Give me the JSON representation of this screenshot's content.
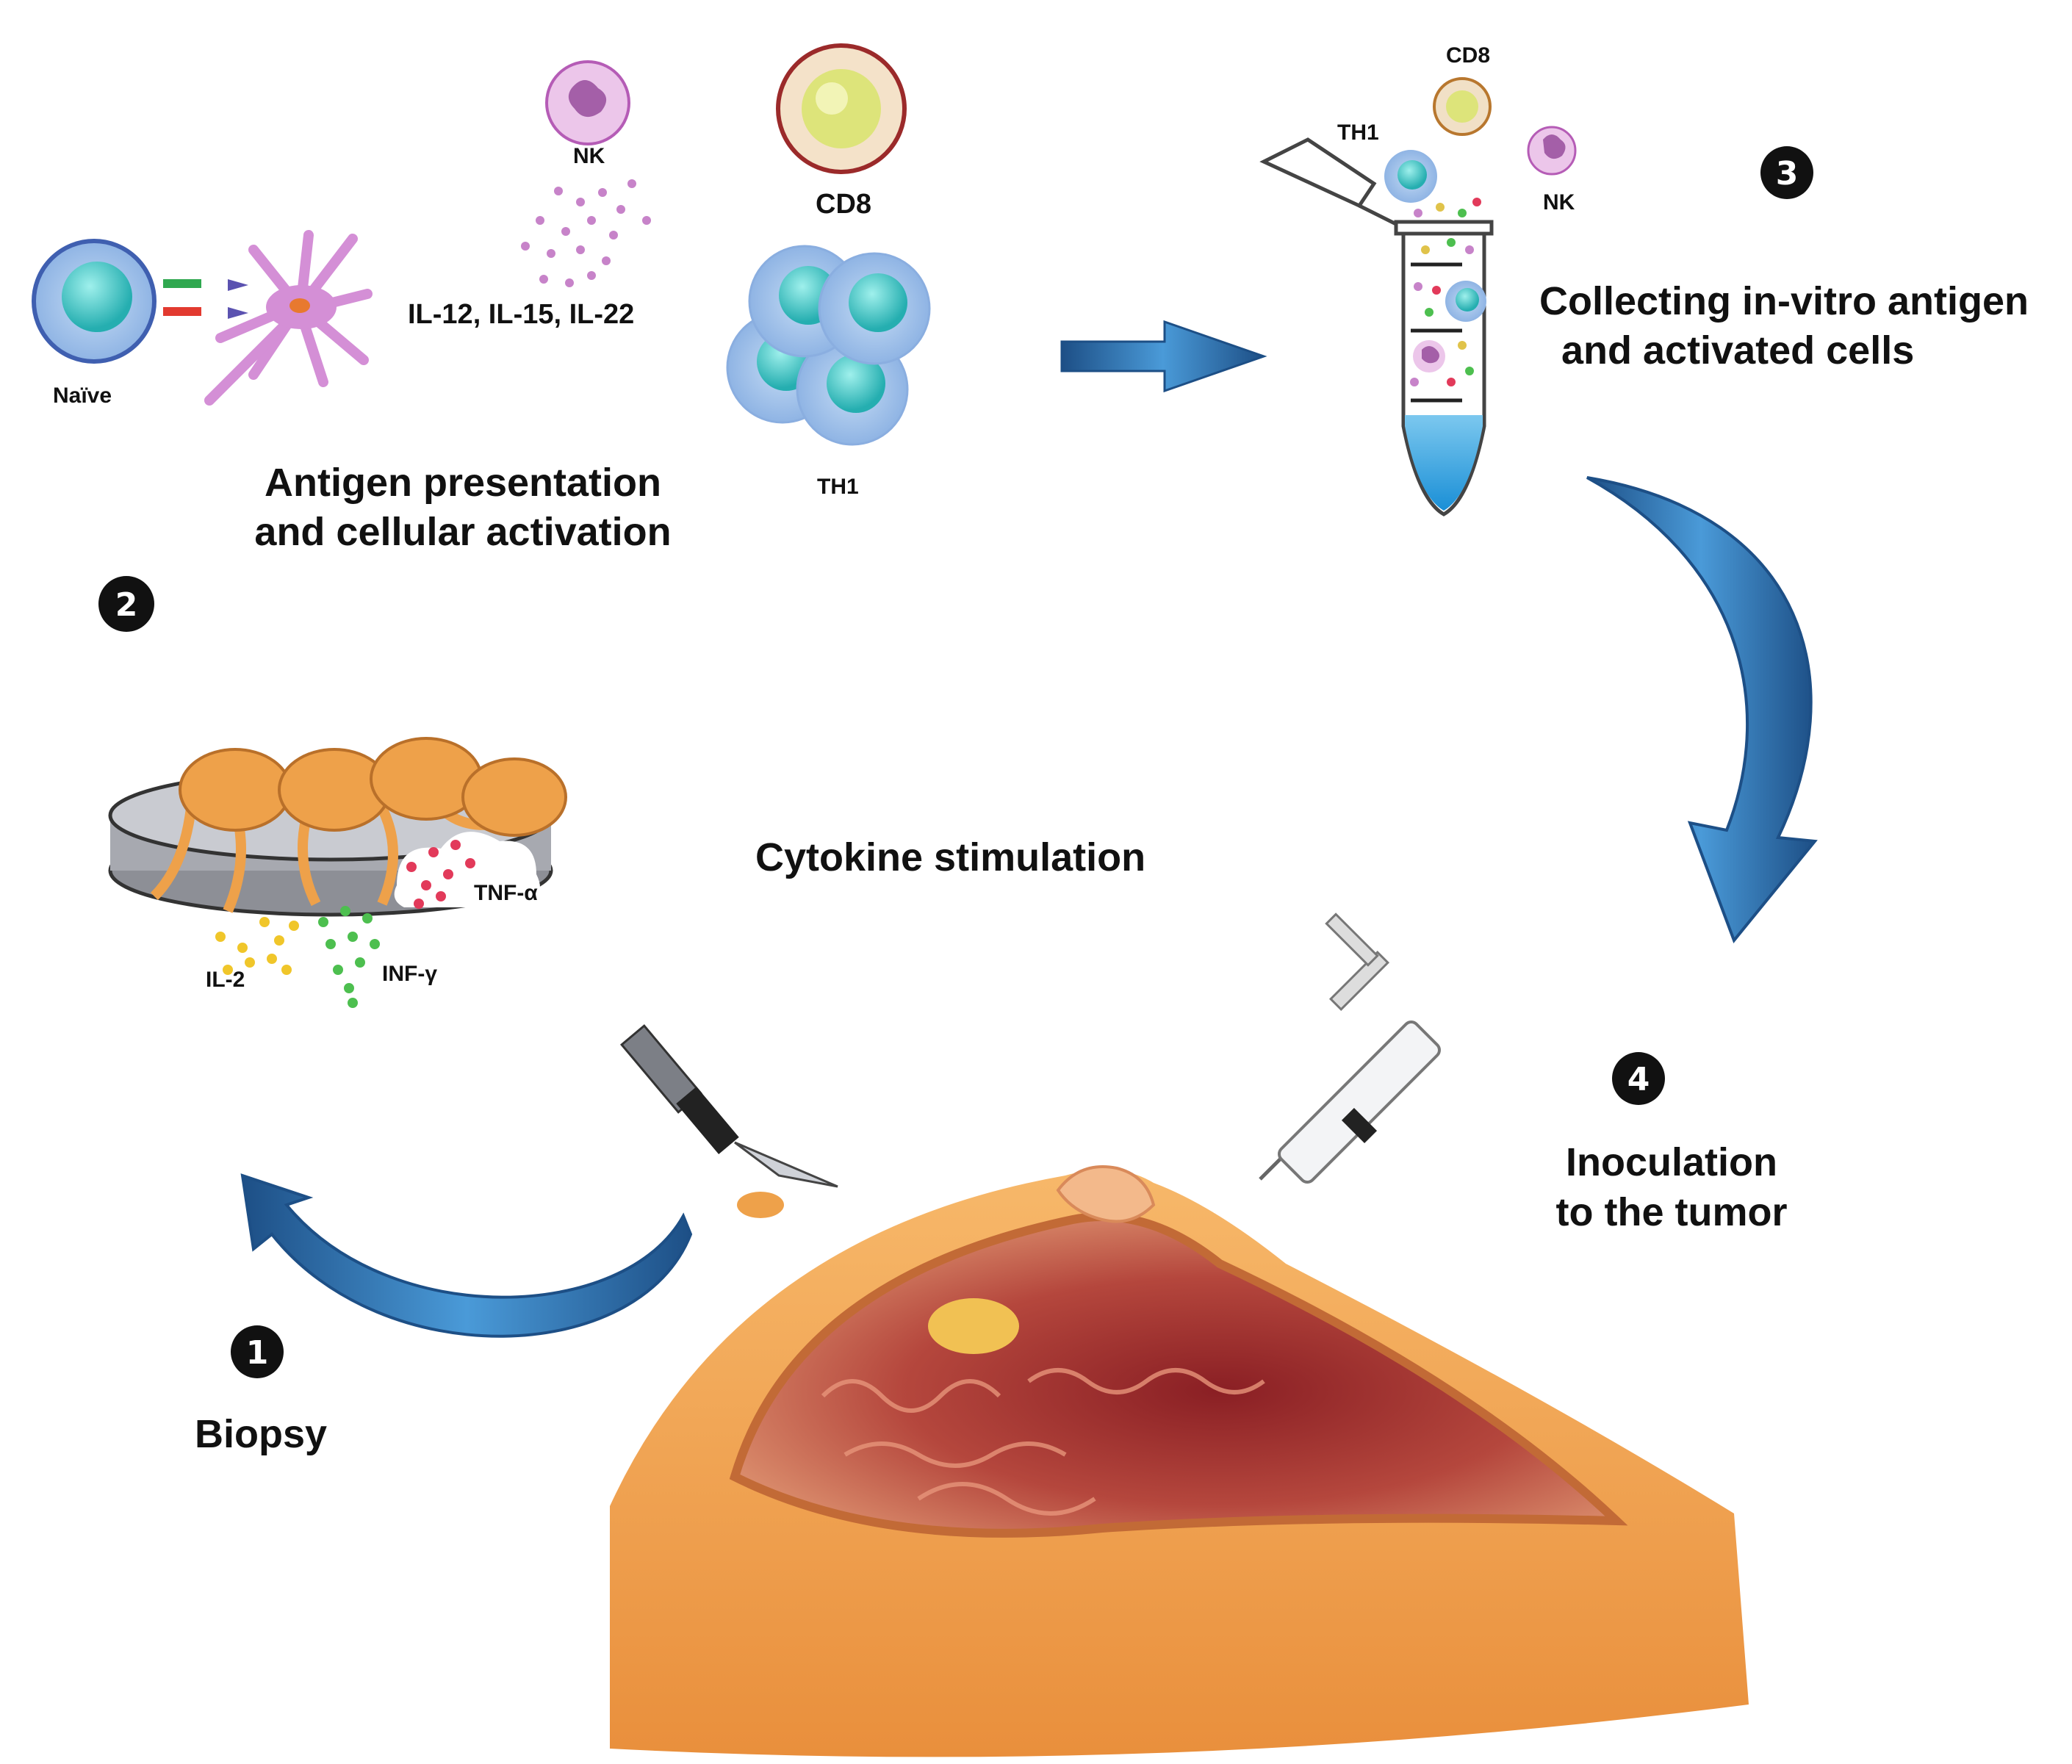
{
  "steps": {
    "s1": {
      "number": "1",
      "label": "Biopsy"
    },
    "s2": {
      "number": "2",
      "line1": "Antigen presentation",
      "line2": "and cellular activation"
    },
    "s3": {
      "number": "3",
      "line1": "Collecting in-vitro antigen",
      "line2": "and activated cells"
    },
    "s4": {
      "number": "4",
      "line1": "Inoculation",
      "line2": "to the tumor"
    }
  },
  "labels": {
    "cytokine_stimulation": "Cytokine stimulation",
    "naive": "Naïve",
    "nk": "NK",
    "cd8": "CD8",
    "th1": "TH1",
    "interleukins": "IL-12, IL-15, IL-22",
    "tnf": "TNF-α",
    "il2": "IL-2",
    "inf": "INF-γ",
    "tube_th1": "TH1",
    "tube_cd8": "CD8",
    "tube_nk": "NK"
  },
  "colors": {
    "arrow_blue": "#2a78b8",
    "arrow_dark": "#1d4f86",
    "cell_blue": "#9fc1ea",
    "nucleus_teal": "#3cc1c0",
    "nk_pink": "#e3b2e0",
    "cd8_yellow": "#e2e48c",
    "dendritic_purple": "#d48fd6",
    "tumor_orange": "#eea14a",
    "tissue_red": "#a8352f",
    "skin": "#f0a452"
  }
}
